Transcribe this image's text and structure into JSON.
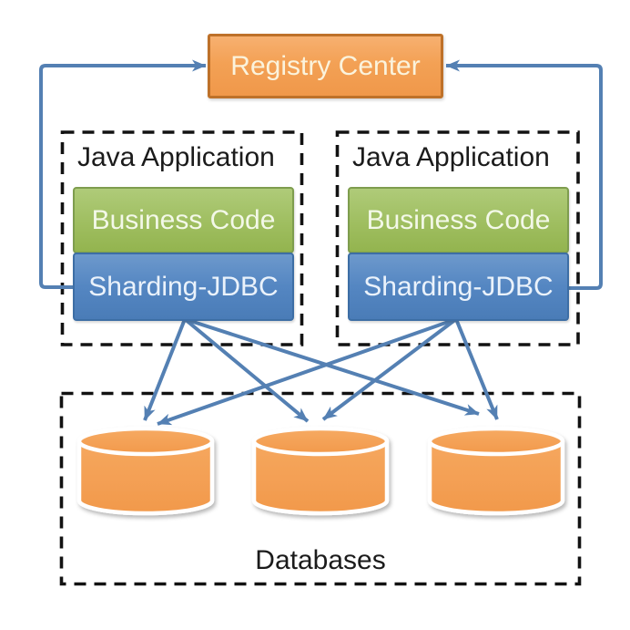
{
  "diagram": {
    "registry": {
      "label": "Registry Center"
    },
    "applications": [
      {
        "title": "Java Application",
        "layers": {
          "business": "Business Code",
          "sharding": "Sharding-JDBC"
        }
      },
      {
        "title": "Java Application",
        "layers": {
          "business": "Business Code",
          "sharding": "Sharding-JDBC"
        }
      }
    ],
    "database_group": {
      "label": "Databases",
      "database_count": 3
    },
    "colors": {
      "registry_fill": "#F3A155",
      "registry_border": "#BE7129",
      "business_fill": "#9FBE60",
      "business_border": "#7E9D4E",
      "sharding_fill": "#5486C2",
      "sharding_border": "#3D6EA5",
      "database_fill": "#F5A155",
      "arrow": "#5480B3",
      "dashed_boundary": "#121212"
    }
  }
}
